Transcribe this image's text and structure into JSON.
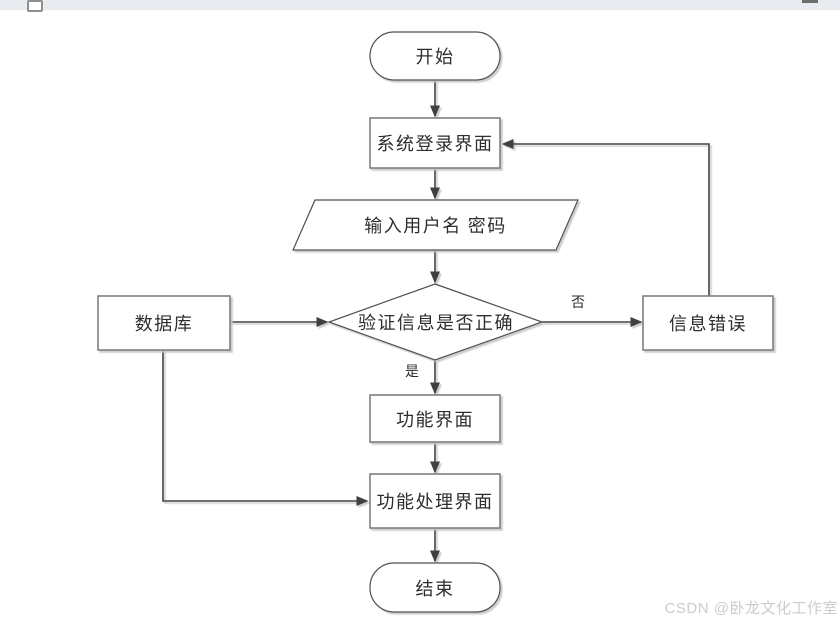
{
  "flowchart": {
    "start": "开始",
    "login": "系统登录界面",
    "input": "输入用户名 密码",
    "decision": "验证信息是否正确",
    "database": "数据库",
    "error": "信息错误",
    "function": "功能界面",
    "process": "功能处理界面",
    "end": "结束",
    "edge_no": "否",
    "edge_yes": "是"
  },
  "watermark": "CSDN @卧龙文化工作室",
  "colors": {
    "topbar": "#e8ecf1",
    "line": "#3f3f3f",
    "shape_border": "#4f4f4f",
    "rect_border": "#7f7f7f",
    "shadow": "#c4c4c4",
    "text": "#2e2e2e",
    "watermark": "#cccccc"
  }
}
